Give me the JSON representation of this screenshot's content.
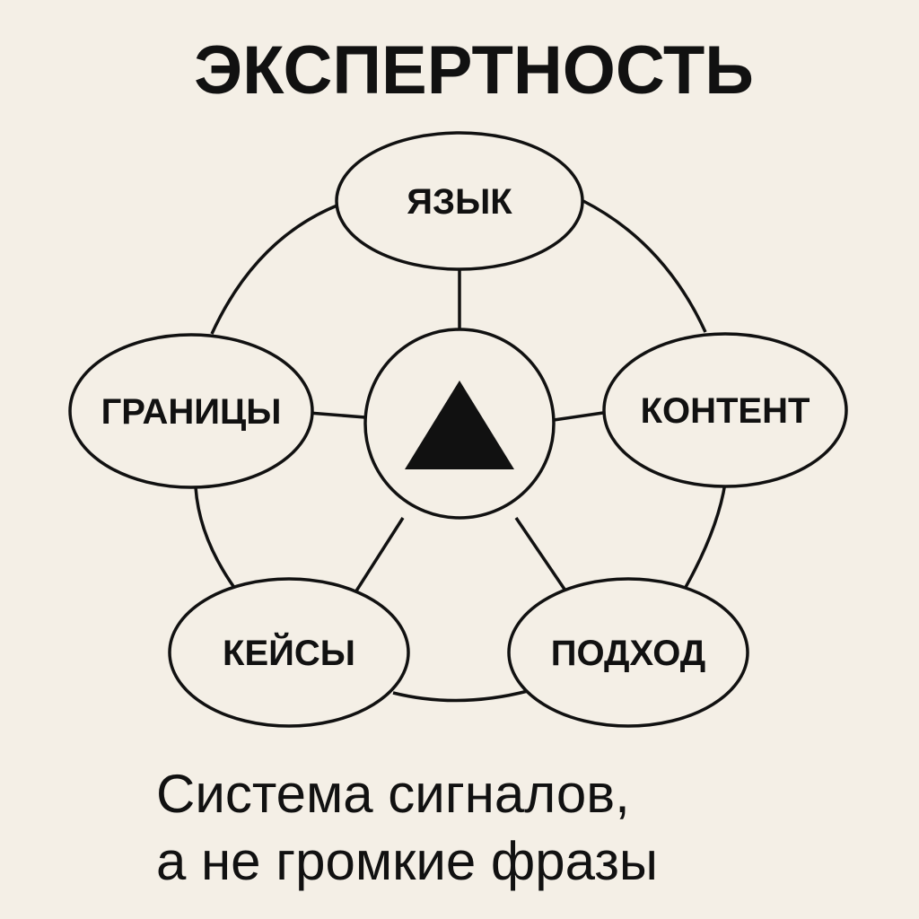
{
  "title": "ЭКСПЕРТНОСТЬ",
  "center": {
    "icon": "triangle-icon"
  },
  "nodes": [
    {
      "id": "lang",
      "label": "ЯЗЫК"
    },
    {
      "id": "content",
      "label": "КОНТЕНТ"
    },
    {
      "id": "approach",
      "label": "ПОДХОД"
    },
    {
      "id": "cases",
      "label": "КЕЙСЫ"
    },
    {
      "id": "bounds",
      "label": "ГРАНИЦЫ"
    }
  ],
  "caption": {
    "line1": "Система сигналов,",
    "line2": "а не громкие фразы"
  },
  "colors": {
    "background": "#f4efe6",
    "ink": "#111111"
  }
}
